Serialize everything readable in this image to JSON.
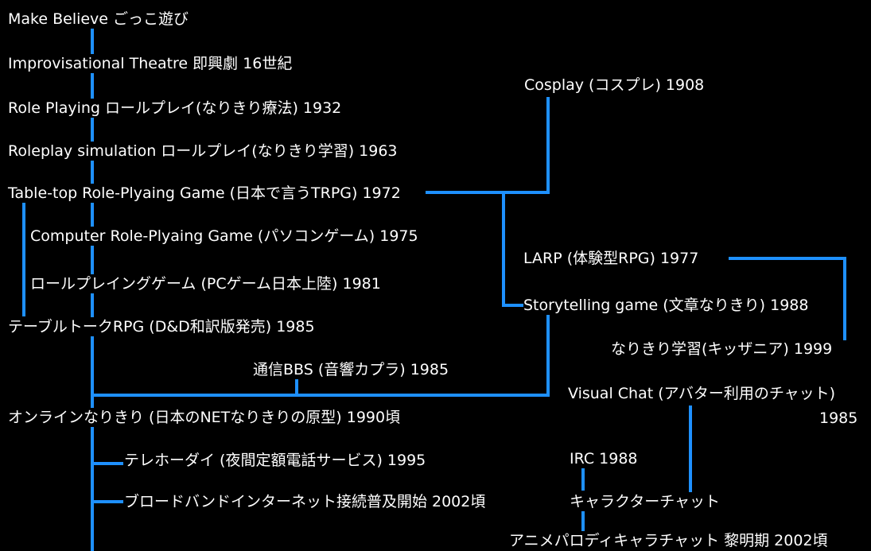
{
  "diagram": {
    "background_color": "#000000",
    "line_color": "#1e90ff",
    "text_color": "#ffffff",
    "nodes": [
      {
        "id": "make_believe",
        "text": "Make Believe ごっこ遊び"
      },
      {
        "id": "improv",
        "text": "Improvisational Theatre 即興劇 16世紀"
      },
      {
        "id": "role_playing",
        "text": "Role Playing ロールプレイ(なりきり療法) 1932"
      },
      {
        "id": "roleplay_sim",
        "text": "Roleplay simulation ロールプレイ(なりきり学習) 1963"
      },
      {
        "id": "trpg",
        "text": "Table-top Role-Plyaing Game (日本で言うTRPG) 1972"
      },
      {
        "id": "crpg",
        "text": "Computer Role-Plyaing Game (パソコンゲーム) 1975"
      },
      {
        "id": "rpg_pc",
        "text": "ロールプレイングゲーム (PCゲーム日本上陸) 1981"
      },
      {
        "id": "table_talk",
        "text": "テーブルトークRPG (D&D和訳版発売) 1985"
      },
      {
        "id": "bbs",
        "text": "通信BBS (音響カプラ) 1985"
      },
      {
        "id": "online",
        "text": "オンラインなりきり (日本のNETなりきりの原型) 1990頃"
      },
      {
        "id": "teleho",
        "text": "テレホーダイ (夜間定額電話サービス) 1995"
      },
      {
        "id": "broadband",
        "text": "ブロードバンドインターネット接続普及開始 2002頃"
      },
      {
        "id": "cosplay",
        "text": "Cosplay (コスプレ) 1908"
      },
      {
        "id": "larp",
        "text": "LARP (体験型RPG) 1977"
      },
      {
        "id": "storytelling",
        "text": "Storytelling game (文章なりきり) 1988"
      },
      {
        "id": "narikiri_gakushu",
        "text": "なりきり学習(キッザニア) 1999"
      },
      {
        "id": "visual_chat",
        "text": "Visual Chat (アバター利用のチャット)",
        "text2": "1985"
      },
      {
        "id": "irc",
        "text": "IRC 1988"
      },
      {
        "id": "chara_chat",
        "text": "キャラクターチャット"
      },
      {
        "id": "anime_parody",
        "text": "アニメパロディキャラチャット 黎明期 2002頃"
      }
    ]
  }
}
